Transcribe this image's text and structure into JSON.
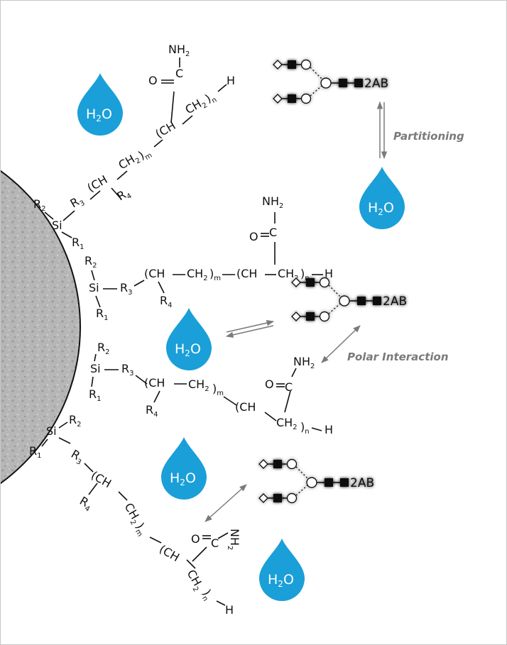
{
  "labels": {
    "partitioning": "Partitioning",
    "polar_interaction": "Polar Interaction"
  },
  "water": {
    "h": "H",
    "sub": "2",
    "o": "O"
  },
  "glycan": {
    "label_tag": "2AB"
  },
  "chem": {
    "si": "Si",
    "r": "R",
    "r1": "1",
    "r2": "2",
    "r3": "3",
    "r4": "4",
    "ch": "CH",
    "ch2": "CH",
    "two": "2",
    "m": "m",
    "n": "n",
    "h": "H",
    "o": "O",
    "c": "C",
    "nh": "NH",
    "open": "(",
    "close": ")"
  },
  "colors": {
    "drop": "#1a9fd8",
    "arrow": "#7a7a7a",
    "label": "#7a7a7a",
    "sphere": "#b4b4b4"
  }
}
